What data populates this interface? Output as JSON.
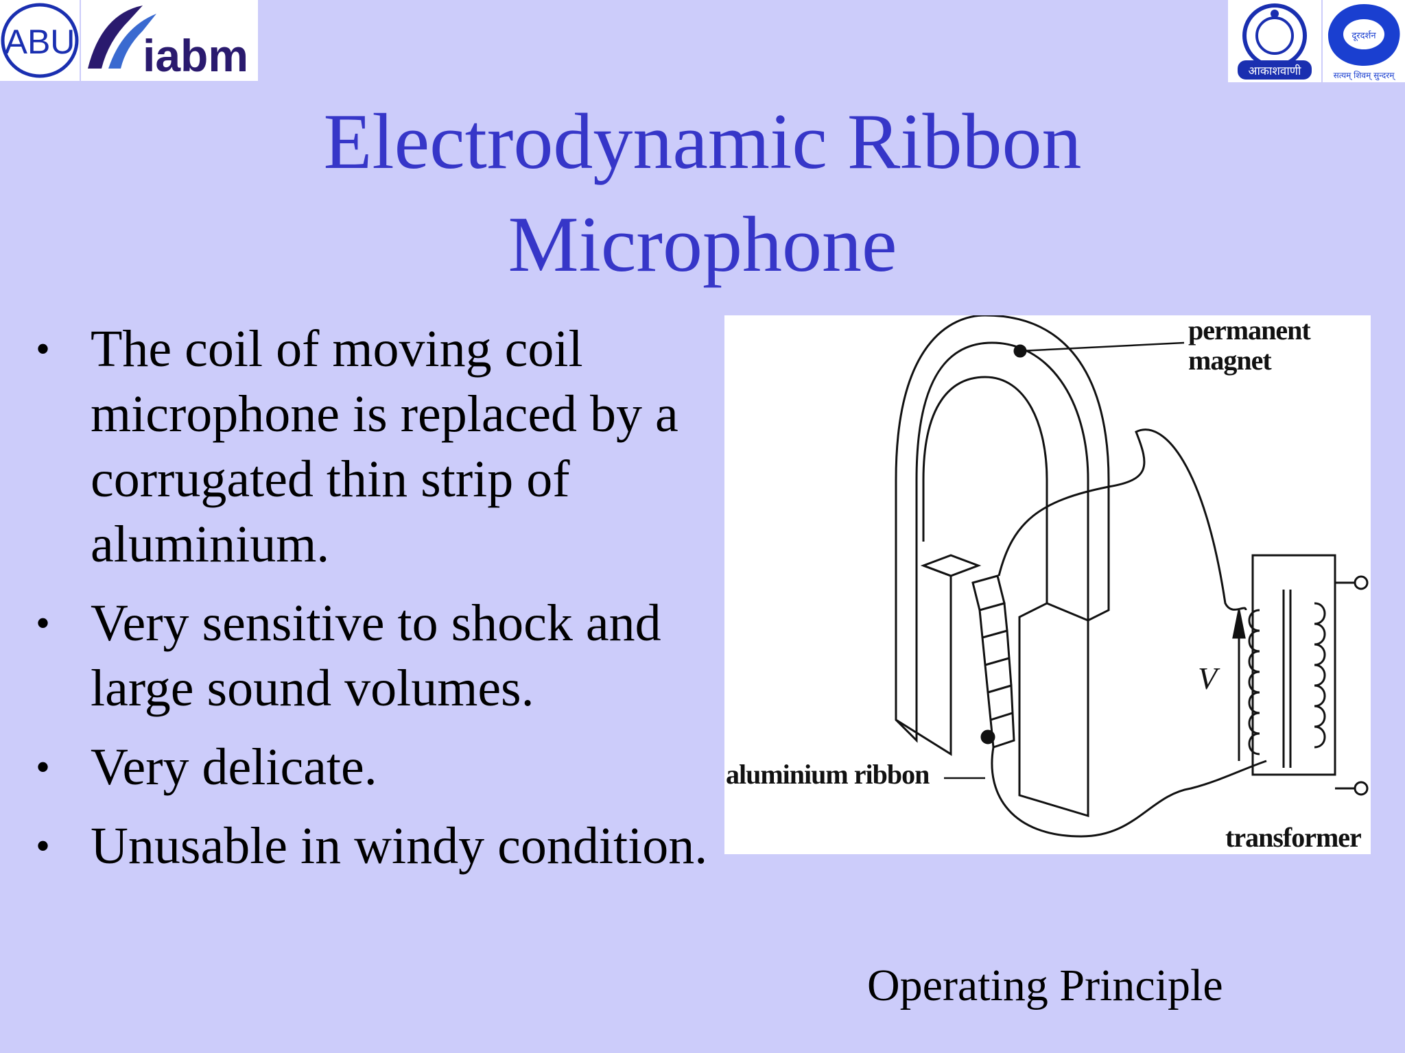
{
  "logos": {
    "left": [
      "abu-logo",
      "iabm-logo"
    ],
    "right": [
      "air-logo",
      "doordarshan-logo"
    ],
    "abu_text": "ABU",
    "iabm_text": "iabm",
    "air_text": "आकाशवाणी",
    "dd_text": "दूरदर्शन",
    "dd_motto": "सत्यम् शिवम् सुन्दरम्"
  },
  "title": {
    "line1": "Electrodynamic Ribbon",
    "line2": "Microphone"
  },
  "bullets": [
    "The coil of moving coil microphone is replaced by a corrugated thin strip of aluminium.",
    "Very sensitive to shock and large sound volumes.",
    "Very delicate.",
    "Unusable in windy condition."
  ],
  "bullet_symbol": "•",
  "diagram": {
    "label_magnet_1": "permanent",
    "label_magnet_2": "magnet",
    "label_ribbon": "aluminium ribbon",
    "label_transformer": "transformer",
    "label_voltage": "V"
  },
  "caption": "Operating Principle",
  "colors": {
    "background": "#ccccfa",
    "title": "#3636c8",
    "text": "#000000"
  }
}
